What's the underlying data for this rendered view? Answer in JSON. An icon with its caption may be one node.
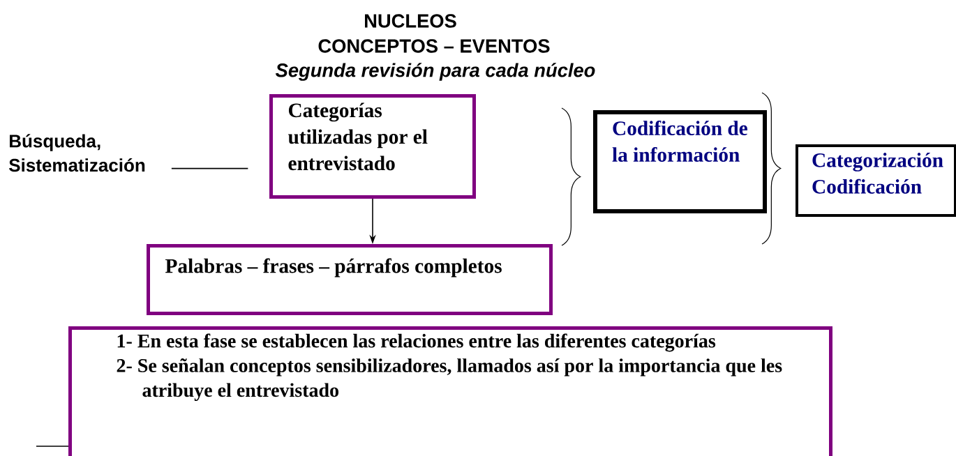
{
  "diagram": {
    "title": "NUCLEOS",
    "nodes": [
      {
        "text": [
          "Búsqueda, Sistematización"
        ]
      },
      {
        "text": [
          "Categorías utilizadas por el entrevistado"
        ]
      },
      {
        "text": [
          "Palabras – frases – párrafos completos"
        ]
      },
      {
        "text": [
          "Codificación de la información"
        ]
      },
      {
        "text": [
          "Categorización Codificación"
        ]
      },
      {
        "text": [
          "1- En esta fase se establecen las relaciones entre las diferentes categorías",
          "2- Se señalan conceptos sensibilizadores, llamados así por la importancia que les atribuye el entrevistado"
        ]
      }
    ],
    "edges": [
      {
        "from": 0,
        "to": 1,
        "arrow": "none"
      },
      {
        "from": 1,
        "to": 2,
        "arrow": "to"
      },
      {
        "from": null,
        "to": 5,
        "arrow": "none"
      }
    ],
    "labels": [
      "CONCEPTOS – EVENTOS",
      "Segunda revisión para cada núcleo"
    ]
  }
}
